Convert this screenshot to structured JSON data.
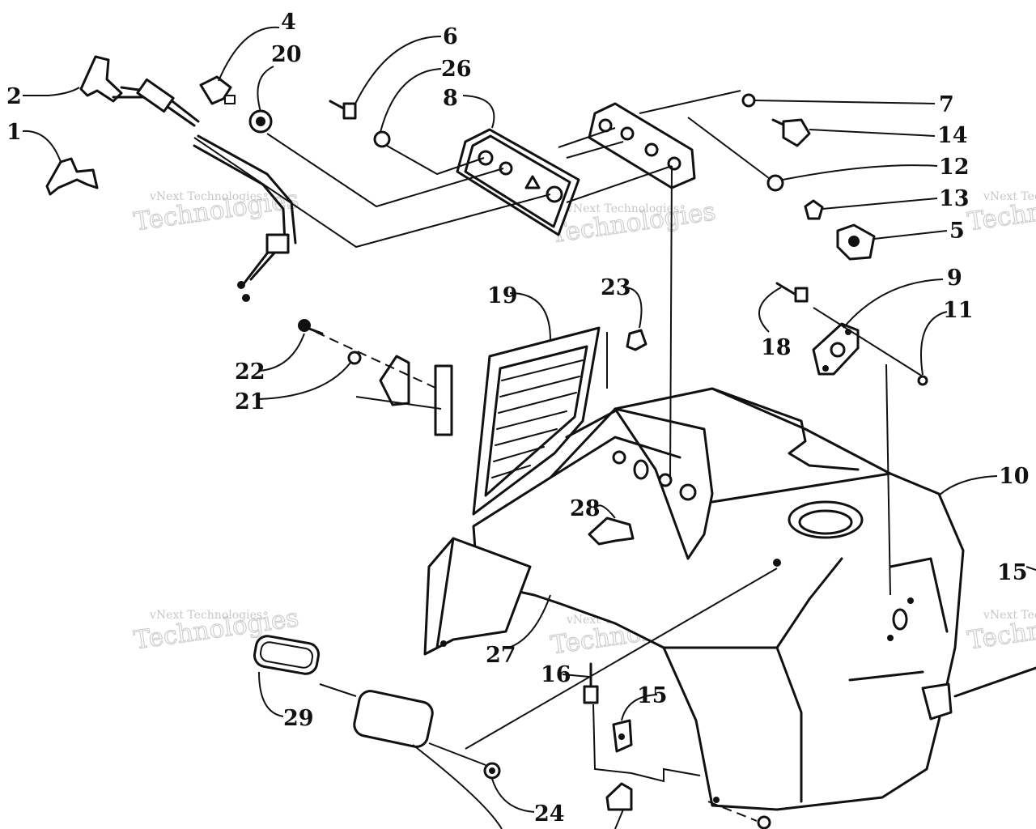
{
  "callouts": [
    {
      "id": "c1",
      "label": "1"
    },
    {
      "id": "c2",
      "label": "2"
    },
    {
      "id": "c4",
      "label": "4"
    },
    {
      "id": "c20",
      "label": "20"
    },
    {
      "id": "c6",
      "label": "6"
    },
    {
      "id": "c26",
      "label": "26"
    },
    {
      "id": "c8",
      "label": "8"
    },
    {
      "id": "c7",
      "label": "7"
    },
    {
      "id": "c14",
      "label": "14"
    },
    {
      "id": "c12",
      "label": "12"
    },
    {
      "id": "c13",
      "label": "13"
    },
    {
      "id": "c5",
      "label": "5"
    },
    {
      "id": "c9",
      "label": "9"
    },
    {
      "id": "c11",
      "label": "11"
    },
    {
      "id": "c18",
      "label": "18"
    },
    {
      "id": "c19",
      "label": "19"
    },
    {
      "id": "c23",
      "label": "23"
    },
    {
      "id": "c22",
      "label": "22"
    },
    {
      "id": "c21",
      "label": "21"
    },
    {
      "id": "c10",
      "label": "10"
    },
    {
      "id": "c15a",
      "label": "15"
    },
    {
      "id": "c28",
      "label": "28"
    },
    {
      "id": "c27",
      "label": "27"
    },
    {
      "id": "c16",
      "label": "16"
    },
    {
      "id": "c15b",
      "label": "15"
    },
    {
      "id": "c29",
      "label": "29"
    },
    {
      "id": "c24",
      "label": "24"
    }
  ],
  "watermark": {
    "brand": "vNext Technologies",
    "big": "Technologies",
    "small_a": "vNext",
    "repeat": [
      {
        "id": "w1"
      },
      {
        "id": "w2"
      },
      {
        "id": "w3"
      },
      {
        "id": "w4"
      },
      {
        "id": "w5"
      },
      {
        "id": "w6"
      }
    ]
  },
  "colors": {
    "ink": "#111111",
    "paper": "#ffffff",
    "watermark": "#9a9a9a"
  }
}
